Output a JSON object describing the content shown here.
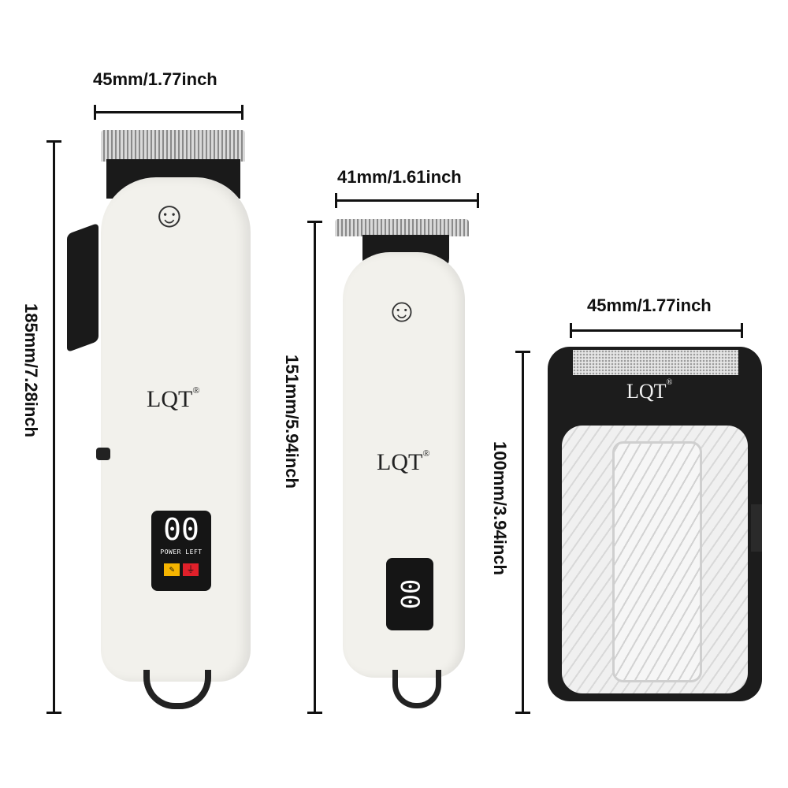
{
  "dimensions": {
    "clipper_width": "45mm/1.77inch",
    "clipper_height": "185mm/7.28inch",
    "trimmer_width": "41mm/1.61inch",
    "trimmer_height": "151mm/5.94inch",
    "shaver_width": "45mm/1.77inch",
    "shaver_height": "100mm/3.94inch"
  },
  "products": {
    "clipper": {
      "brand": "LQT",
      "reg": "®",
      "display": "00",
      "display_caption": "POWER LEFT",
      "icons": [
        "oil-icon",
        "plug-icon"
      ]
    },
    "trimmer": {
      "brand": "LQT",
      "reg": "®",
      "display": "00"
    },
    "shaver": {
      "brand": "LQT",
      "reg": "®"
    }
  },
  "colors": {
    "body_white": "#f2f1ec",
    "shaver_black": "#1c1c1c",
    "oil_yellow": "#f5b400",
    "plug_red": "#e0202a"
  }
}
